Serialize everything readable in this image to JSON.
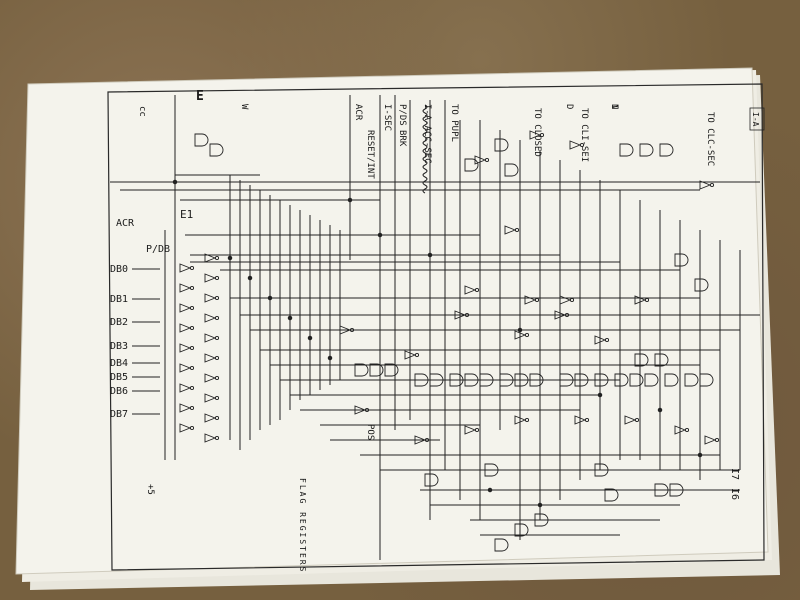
{
  "diagram": {
    "sheet_label": "FLAG REGISTERS",
    "page_marker": "I-A",
    "top_labels": [
      "TO CLC-SEC",
      "TO CLI-SEI",
      "TO CLOSED",
      "TO PUPL",
      "I-A-ACC-SEC",
      "I-SEC",
      "RESET/INT",
      "ACR",
      "BRK",
      "P/DS",
      "N",
      "I",
      "D"
    ],
    "data_bus_lines": [
      "DB0",
      "DB1",
      "DB2",
      "DB3",
      "DB4",
      "DB5",
      "DB6",
      "DB7"
    ],
    "side_labels": [
      "ACR",
      "P/DB",
      "I7",
      "I6",
      "POS",
      "+5",
      "E1",
      "E",
      "W",
      "cc"
    ]
  }
}
